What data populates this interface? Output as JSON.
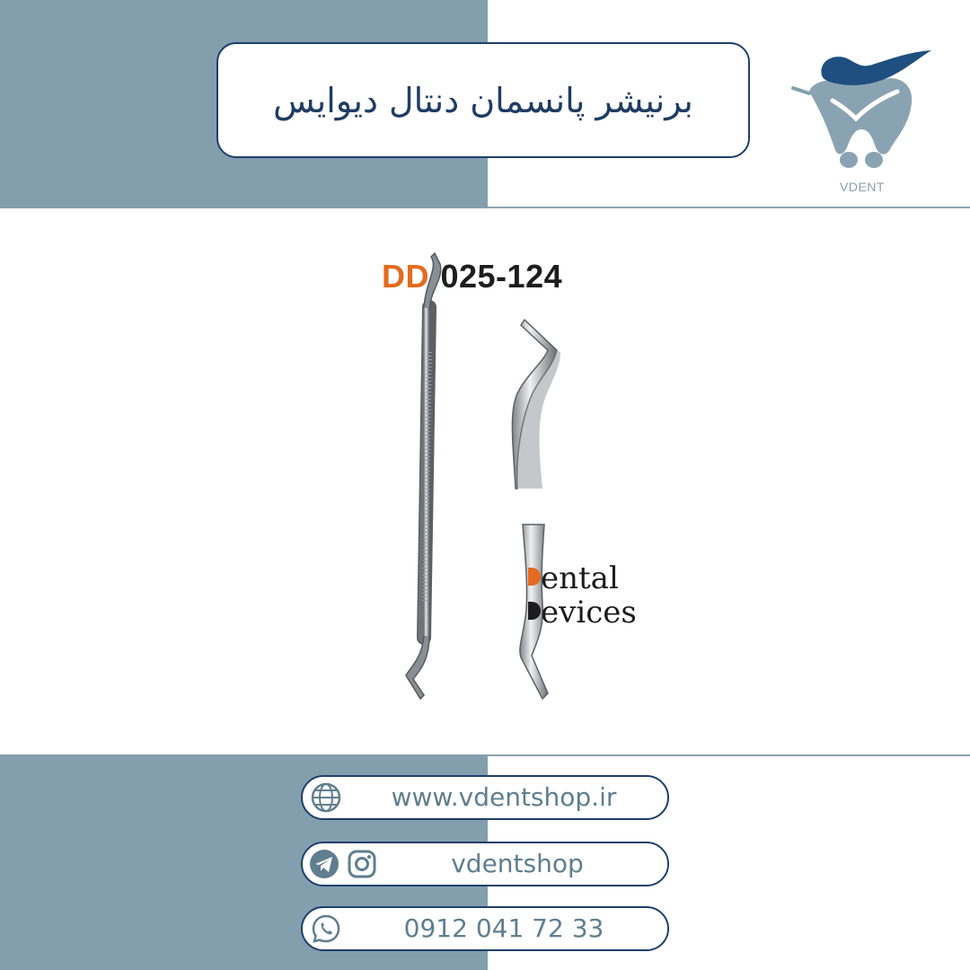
{
  "header": {
    "title": "برنیشر پانسمان دنتال دیوایس"
  },
  "logo": {
    "name": "VDENT"
  },
  "product": {
    "code_prefix": "DD",
    "code_rest": "-025-124",
    "brand_line1": "ental",
    "brand_line2": "evices"
  },
  "contacts": {
    "website": "www.vdentshop.ir",
    "social_handle": "vdentshop",
    "phone": "0912 041 72 33"
  },
  "icons": {
    "website": "globe-icon",
    "telegram": "telegram-icon",
    "instagram": "instagram-icon",
    "whatsapp": "whatsapp-icon"
  },
  "colors": {
    "band": "#839fae",
    "navy": "#1e3f6c",
    "accent": "#e46a1e",
    "contact_text": "#5f7e8f"
  }
}
